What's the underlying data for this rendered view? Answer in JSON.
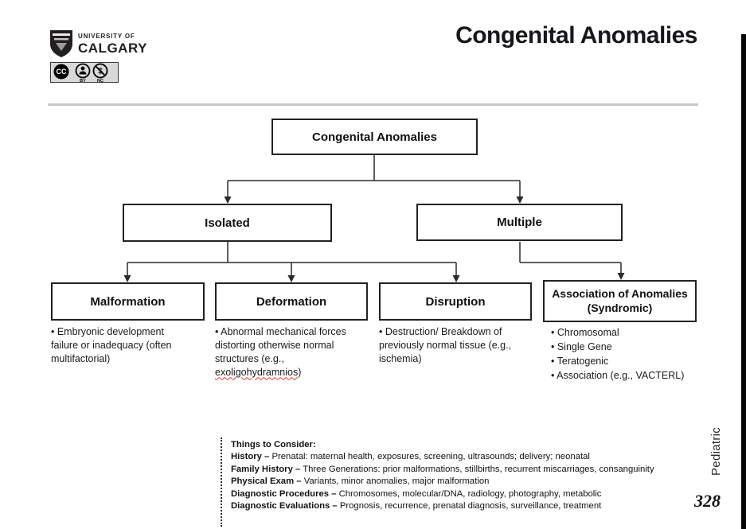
{
  "header": {
    "logo_line1": "UNIVERSITY OF",
    "logo_line2": "CALGARY",
    "license": {
      "cc": "CC",
      "by": "BY",
      "nc": "NC"
    },
    "title": "Congenital Anomalies"
  },
  "flowchart": {
    "root_label": "Congenital Anomalies",
    "level2": [
      {
        "label": "Isolated"
      },
      {
        "label": "Multiple"
      }
    ],
    "leaves": [
      {
        "label": "Malformation",
        "note": "• Embryonic development failure or inadequacy (often multifactorial)"
      },
      {
        "label": "Deformation",
        "note_prefix": "• Abnormal mechanical forces distorting otherwise normal structures (e.g., ",
        "note_misspelled": "exoligohydramnios",
        "note_suffix": ")"
      },
      {
        "label": "Disruption",
        "note": "• Destruction/ Breakdown of previously normal tissue (e.g., ischemia)"
      },
      {
        "label": "Association of Anomalies (Syndromic)",
        "label_line1": "Association of Anomalies",
        "label_line2": "(Syndromic)",
        "notes": [
          "• Chromosomal",
          "• Single Gene",
          "• Teratogenic",
          "• Association (e.g., VACTERL)"
        ]
      }
    ]
  },
  "considerations": {
    "heading": "Things to Consider:",
    "items": [
      {
        "lead": "History –",
        "rest": " Prenatal: maternal health, exposures, screening, ultrasounds; delivery; neonatal"
      },
      {
        "lead": "Family History –",
        "rest": " Three Generations: prior malformations, stillbirths, recurrent miscarriages, consanguinity"
      },
      {
        "lead": "Physical Exam –",
        "rest": " Variants, minor anomalies, major malformation"
      },
      {
        "lead": "Diagnostic Procedures –",
        "rest": " Chromosomes, molecular/DNA, radiology, photography, metabolic"
      },
      {
        "lead": "Diagnostic Evaluations –",
        "rest": " Prognosis, recurrence, prenatal diagnosis, surveillance, treatment"
      }
    ]
  },
  "rail": {
    "section_label": "Pediatric",
    "page_number": "328"
  },
  "colors": {
    "box_border": "#222222",
    "divider": "#c9c9c9",
    "misspell_underline": "#e03a2f",
    "edge_bar": "#050505"
  }
}
